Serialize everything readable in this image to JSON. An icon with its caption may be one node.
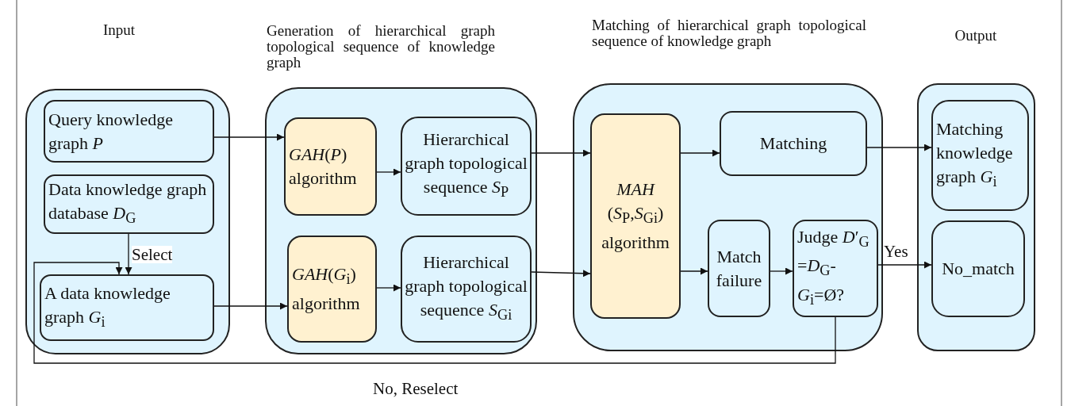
{
  "diagram": {
    "nodes": [
      {
        "text": [
          "Input"
        ]
      },
      {
        "text": [
          "Query knowledge graph *P*"
        ],
        "in": 0
      },
      {
        "text": [
          "Data knowledge graph database *D*$_{G}$"
        ],
        "in": 0
      },
      {
        "text": [
          "A data knowledge graph *G*$_{i}$"
        ],
        "in": 0
      },
      {
        "text": [
          "Generation of hierarchical graph topological sequence of knowledge graph"
        ]
      },
      {
        "text": [
          "*GAH*(*P*) algorithm"
        ],
        "in": 4
      },
      {
        "text": [
          "Hierarchical graph topological sequence *S*$_{P}$"
        ],
        "in": 4
      },
      {
        "text": [
          "*GAH*(*G*$_{i}$) algorithm"
        ],
        "in": 4
      },
      {
        "text": [
          "Hierarchical graph topological sequence *S*$_{Gi}$"
        ],
        "in": 4
      },
      {
        "text": [
          "Matching of hierarchical graph topological sequence of knowledge graph"
        ]
      },
      {
        "text": [
          "*MAH* (*S*$_{P}$,*S*$_{Gi}$) algorithm"
        ],
        "in": 9
      },
      {
        "text": [
          "Matching"
        ],
        "in": 9
      },
      {
        "text": [
          "Match failure"
        ],
        "in": 9
      },
      {
        "text": [
          "Judge *D*′$_{G}$ =*D*$_{G}$-*G*$_{i}$=Ø?"
        ],
        "in": 9
      },
      {
        "text": [
          "Output"
        ]
      },
      {
        "text": [
          "Matching knowledge graph *G*$_{i}$"
        ],
        "in": 14
      },
      {
        "text": [
          "No_match"
        ],
        "in": 14
      }
    ],
    "edges": [
      {
        "from": 1,
        "to": 5,
        "arrow": "to"
      },
      {
        "from": 2,
        "to": 3,
        "arrow": "to",
        "label": "Select"
      },
      {
        "from": 3,
        "to": 7,
        "arrow": "to"
      },
      {
        "from": 5,
        "to": 6,
        "arrow": "to"
      },
      {
        "from": 7,
        "to": 8,
        "arrow": "to"
      },
      {
        "from": 6,
        "to": 10,
        "arrow": "to"
      },
      {
        "from": 8,
        "to": 10,
        "arrow": "to"
      },
      {
        "from": 10,
        "to": 11,
        "arrow": "to"
      },
      {
        "from": 10,
        "to": 12,
        "arrow": "to"
      },
      {
        "from": 12,
        "to": 13,
        "arrow": "to"
      },
      {
        "from": 11,
        "to": 15,
        "arrow": "to"
      },
      {
        "from": 13,
        "to": 16,
        "arrow": "to",
        "label": "Yes"
      },
      {
        "from": 13,
        "to": 3,
        "arrow": "to",
        "label": "No, Reselect"
      }
    ]
  }
}
